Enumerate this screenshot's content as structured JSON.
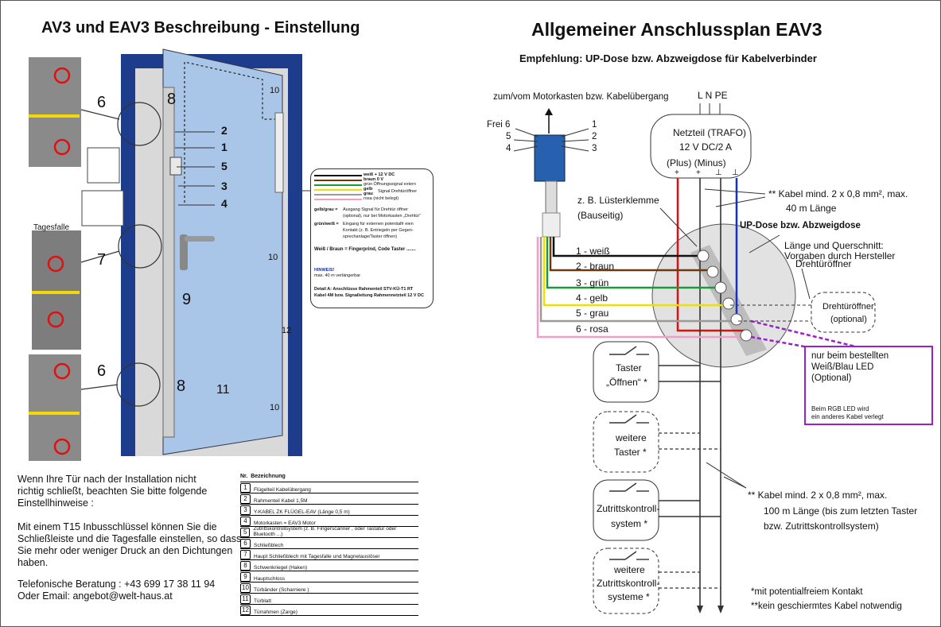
{
  "left": {
    "title": "AV3 und EAV3  Beschreibung - Einstellung",
    "tagesfalle_label": "Tagesfalle",
    "callout_numbers": [
      "6",
      "7",
      "6",
      "8",
      "8",
      "1",
      "2",
      "3",
      "4",
      "5",
      "9",
      "10",
      "10",
      "10",
      "11",
      "12"
    ],
    "install_note": {
      "p1": [
        "Wenn Ihre Tür nach der Installation nicht",
        "richtig schließt, beachten Sie bitte folgende",
        "Einstellhinweise :"
      ],
      "p2": [
        "Mit einem T15 Inbusschlüssel können Sie die",
        "Schließleiste und die Tagesfalle einstellen, so dass",
        "Sie mehr oder weniger Druck an den Dichtungen",
        "haben."
      ]
    },
    "contact": [
      "Telefonische Beratung : +43 699 17 38 11 94",
      "Oder Email: angebot@welt-haus.at"
    ],
    "legend": {
      "header_nr": "Nr.",
      "header_desc": "Bezeichnung",
      "rows": [
        {
          "nr": "1",
          "text": "Flügelteil Kabelübergang"
        },
        {
          "nr": "2",
          "text": "Rahmenteil   Kabel 1,5M"
        },
        {
          "nr": "3",
          "text": "Y-KABEL ZK FLÜGEL-EAV (Länge 0,5 m)"
        },
        {
          "nr": "4",
          "text": "Motorkasten = EAV3 Motor"
        },
        {
          "nr": "5",
          "text": "Zutrittskontrollsystem (z. B. Fingerscanner , oder Tastatur oder Bluetooth ...)"
        },
        {
          "nr": "6",
          "text": "Schließblech"
        },
        {
          "nr": "7",
          "text": "Haupt Schließblech mit Tagesfalle und Magnetauslöser"
        },
        {
          "nr": "8",
          "text": "Schwenkriegel (Haken)"
        },
        {
          "nr": "9",
          "text": "Hauptschloss"
        },
        {
          "nr": "10",
          "text": "Türbänder (Scharniere )"
        },
        {
          "nr": "11",
          "text": "Türblatt"
        },
        {
          "nr": "12",
          "text": "Türrahmen  (Zarge)"
        }
      ]
    },
    "detail_box": {
      "wires": [
        "weiß + 12 V DC",
        "braun 0 V",
        "grün Öffnungssignal extern",
        "gelb",
        "grau",
        "Signal Drehtüröffner",
        "rosa (nicht belegt)"
      ],
      "gelb_grau_label": "gelb/grau =",
      "gelb_grau_text": [
        "Ausgang Signal für Drehtür  öffner",
        "(optional), nur bei Motorkasten „Drehtür“"
      ],
      "gruen_weiss_label": "grün/weiß =",
      "gruen_weiss_text": [
        "Eingang für externen potentialfr  eien",
        "Kontakt (z. B. Entriegeln per Gegen-",
        "sprechanlage/Taster öffnen)"
      ],
      "weiss_braun": "Weiß / Braun =  Fingerprind, Code Taster .......",
      "hinweis_title": "HINWEIS!",
      "hinweis_text": "max. 40 m verlängerbar",
      "detail_a": [
        "Detail A: Anschlüsse Rahmenteil STV-KÜ-T1 RT",
        "Kabel 4M bzw. Signalleitung Rahmennetzteil 12 V DC"
      ]
    }
  },
  "right": {
    "title": "Allgemeiner Anschlussplan EAV3",
    "subtitle": "Empfehlung: UP-Dose bzw. Abzweigdose für Kabelverbinder",
    "motor_label": "zum/vom Motorkasten bzw. Kabelübergang",
    "connector_pins": {
      "frei": "Frei 6",
      "p5": "5",
      "p4": "4",
      "p1": "1",
      "p2": "2",
      "p3": "3"
    },
    "lnpe": "L N PE",
    "netzteil": [
      "Netzteil  (TRAFO)",
      "12 V DC/2 A",
      "(Plus)  (Minus)"
    ],
    "netzteil_terminals": [
      "+",
      "+",
      "⊥",
      "⊥"
    ],
    "kabel_note_1": [
      "** Kabel mind. 2 x 0,8 mm², max.",
      "40 m Länge"
    ],
    "luesterklemme": [
      "z. B. Lüsterklemme",
      "(Bauseitig)"
    ],
    "up_dose": "UP-Dose bzw. Abzweigdose",
    "laenge_note": [
      "Länge und Querschnitt:",
      "Vorgaben durch Hersteller"
    ],
    "drehtueroeffner_label": "Drehtüröffner",
    "drehtueroeffner_box": [
      "Drehtüröffner",
      "(optional)"
    ],
    "wires": [
      {
        "label": "1 - weiß",
        "color": "#111111"
      },
      {
        "label": "2 - braun",
        "color": "#6b3a12"
      },
      {
        "label": "3 - grün",
        "color": "#1a9a3a"
      },
      {
        "label": "4 - gelb",
        "color": "#f0e000"
      },
      {
        "label": "5 - grau",
        "color": "#9a9a9a"
      },
      {
        "label": "6 - rosa",
        "color": "#f0a0c8"
      }
    ],
    "led_box": [
      "nur beim bestellten",
      "Weiß/Blau LED",
      "(Optional)"
    ],
    "led_note": [
      "Beim RGB LED wird",
      "ein anderes Kabel verlegt"
    ],
    "taster": [
      "Taster",
      "„Öffnen“ *"
    ],
    "weitere_taster": [
      "weitere",
      "Taster *"
    ],
    "zutritt": [
      "Zutrittskontroll-",
      "system *"
    ],
    "weitere_zutritt": [
      "weitere",
      "Zutrittskontroll-",
      "systeme *"
    ],
    "kabel_note_2": [
      "** Kabel mind. 2 x 0,8 mm², max.",
      "100 m Länge (bis zum letzten Taster",
      "bzw. Zutrittskontrollsystem)"
    ],
    "footnotes": [
      "*mit potentialfreiem Kontakt",
      "**kein geschiermtes Kabel notwendig"
    ],
    "colors": {
      "red": "#e01010",
      "blue": "#1030d0",
      "purple": "#9a20c8",
      "door_blue": "#1e3c8c",
      "leaf": "#a9c6e8"
    }
  }
}
